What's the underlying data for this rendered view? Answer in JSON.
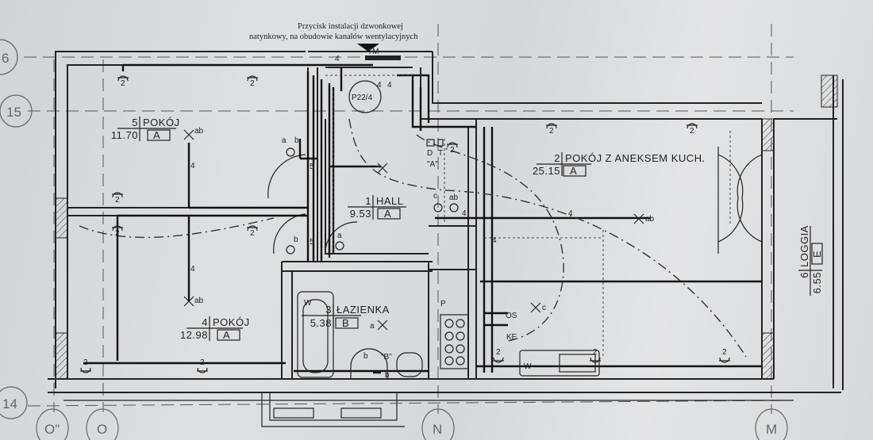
{
  "note": {
    "line1": "Przycisk instalacji dzwonkowej",
    "line2": "natynkowy, na obudowie kanałów wentylacyjnych",
    "tm": "TM",
    "panel": "P22/4"
  },
  "rooms": [
    {
      "num": "5",
      "name": "POKÓJ",
      "area": "11.70",
      "cls": "A"
    },
    {
      "num": "4",
      "name": "POKÓJ",
      "area": "12.98",
      "cls": "A"
    },
    {
      "num": "1",
      "name": "HALL",
      "area": "9.53",
      "cls": "A"
    },
    {
      "num": "3",
      "name": "ŁAZIENKA",
      "area": "5.38",
      "cls": "B"
    },
    {
      "num": "2",
      "name": "POKÓJ Z ANEKSEM KUCH.",
      "area": "25.15",
      "cls": "A"
    },
    {
      "num": "6",
      "name": "LOGGIA",
      "area": "6.55",
      "cls": "E"
    }
  ],
  "grid_axes": {
    "r6": "6",
    "r15": "15",
    "r14": "14",
    "c_o2": "O\"",
    "c_o": "O",
    "c_n": "N",
    "c_m": "M"
  },
  "symbols": {
    "ab": "ab",
    "a": "a",
    "b": "b",
    "c": "c",
    "n4": "4",
    "n5": "5",
    "n2": "2",
    "d": "D",
    "t": "T",
    "qa": "\"A\"",
    "qb": "\"B\"",
    "os": "OS",
    "ke": "KE",
    "w": "W",
    "p": "P"
  }
}
